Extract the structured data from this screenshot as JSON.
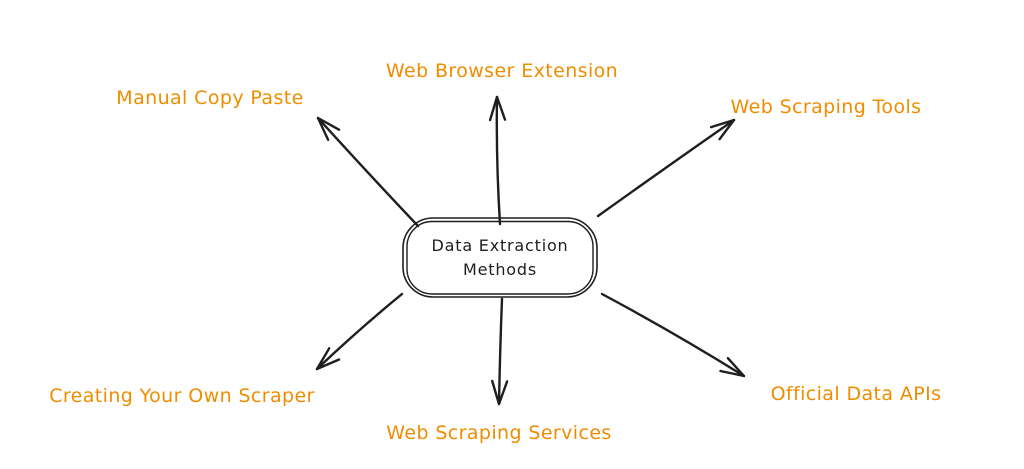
{
  "diagram": {
    "type": "mind-map",
    "center_node": {
      "line1": "Data Extraction",
      "line2": "Methods"
    },
    "branches": [
      {
        "id": "web-browser-extension",
        "label": "Web Browser Extension",
        "position": "top"
      },
      {
        "id": "manual-copy-paste",
        "label": "Manual Copy Paste",
        "position": "top-left"
      },
      {
        "id": "web-scraping-tools",
        "label": "Web Scraping Tools",
        "position": "top-right"
      },
      {
        "id": "creating-your-own-scraper",
        "label": "Creating Your Own Scraper",
        "position": "bottom-left"
      },
      {
        "id": "web-scraping-services",
        "label": "Web Scraping Services",
        "position": "bottom"
      },
      {
        "id": "official-data-apis",
        "label": "Official Data APIs",
        "position": "bottom-right"
      }
    ],
    "colors": {
      "label": "#f08c00",
      "ink": "#1e1e1e",
      "background": "#ffffff"
    }
  }
}
